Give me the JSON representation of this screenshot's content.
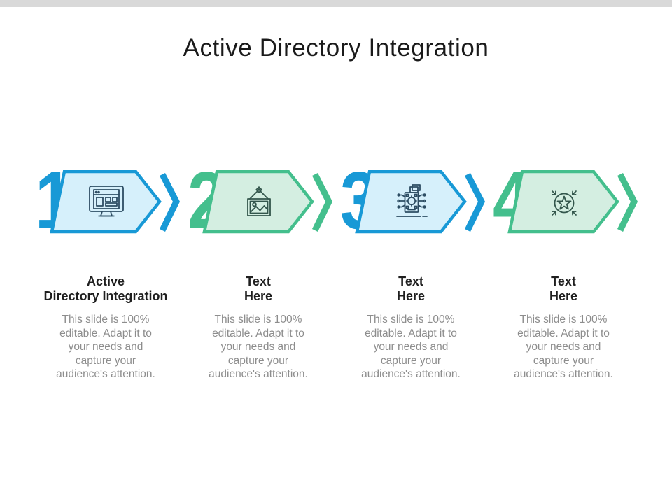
{
  "slide": {
    "title": "Active Directory Integration",
    "background_color": "#ffffff",
    "top_strip_color": "#d9d9d9",
    "title_color": "#1a1a1a"
  },
  "palette": {
    "blue": "#1899d6",
    "blue_light": "#d6f0fb",
    "green": "#44bf8d",
    "green_light": "#d4eee1",
    "icon_dark_blue": "#2d4d63",
    "icon_dark_green": "#33564c",
    "heading_text": "#1f1f1f",
    "body_text": "#8d8d8d"
  },
  "steps": [
    {
      "number": "1",
      "icon": "monitor-website-icon",
      "theme_color": "#1899d6",
      "fill_color": "#d6f0fb",
      "icon_color": "#2d4d63",
      "heading": "Active\nDirectory Integration",
      "body": "This slide is 100%\neditable. Adapt it to\nyour needs and\ncapture your\naudience's attention."
    },
    {
      "number": "2",
      "icon": "picture-frame-icon",
      "theme_color": "#44bf8d",
      "fill_color": "#d4eee1",
      "icon_color": "#33564c",
      "heading": "Text\nHere",
      "body": "This slide is 100%\neditable. Adapt it to\nyour needs and\ncapture your\naudience's attention."
    },
    {
      "number": "3",
      "icon": "circuit-device-icon",
      "theme_color": "#1899d6",
      "fill_color": "#d6f0fb",
      "icon_color": "#2d4d63",
      "heading": "Text\nHere",
      "body": "This slide is 100%\neditable. Adapt it to\nyour needs and\ncapture your\naudience's attention."
    },
    {
      "number": "4",
      "icon": "star-target-icon",
      "theme_color": "#44bf8d",
      "fill_color": "#d4eee1",
      "icon_color": "#33564c",
      "heading": "Text\nHere",
      "body": "This slide is 100%\neditable. Adapt it to\nyour needs and\ncapture your\naudience's attention."
    }
  ]
}
